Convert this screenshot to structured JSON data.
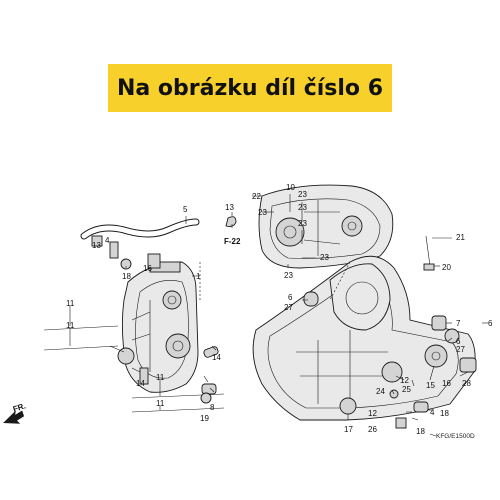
{
  "banner": {
    "title": "Na obrázku díl číslo 6"
  },
  "labels": {
    "n1": "1",
    "n4a": "4",
    "n4b": "4",
    "n5": "5",
    "n6a": "6",
    "n6b": "6",
    "n7": "7",
    "n8": "8",
    "n10": "10",
    "n11a": "11",
    "n11b": "11",
    "n11c": "11",
    "n11d": "11",
    "n12a": "12",
    "n12b": "12",
    "n13a": "13",
    "n13b": "13",
    "n14a": "14",
    "n14b": "14",
    "n15": "15",
    "n16": "16",
    "n17": "17",
    "n18a": "18",
    "n18b": "18",
    "n18c": "18",
    "n19": "19",
    "n20": "20",
    "n21": "21",
    "n22": "22",
    "n23a": "23",
    "n23b": "23",
    "n23c": "23",
    "n23d": "23",
    "n23e": "23",
    "n23f": "23",
    "n24": "24",
    "n25": "25",
    "n26": "26",
    "n27a": "27",
    "n27b": "27",
    "n28": "28",
    "f22": "F-22",
    "fr": "FR.",
    "code": "KFG/E1500D"
  },
  "colors": {
    "banner_bg": "#f7d02b",
    "banner_text": "#111111",
    "line": "#1a1a1a"
  }
}
